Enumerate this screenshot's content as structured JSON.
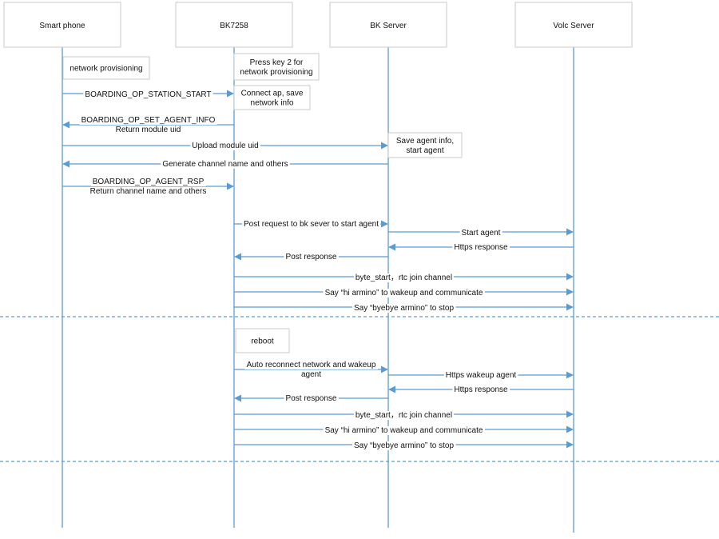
{
  "colors": {
    "line": "#5b9bd5",
    "box_border": "#c8c8c8",
    "text": "#111111"
  },
  "participants": [
    {
      "id": "phone",
      "label": "Smart phone"
    },
    {
      "id": "bk",
      "label": "BK7258"
    },
    {
      "id": "server",
      "label": "BK Server"
    },
    {
      "id": "volc",
      "label": "Volc Server"
    }
  ],
  "notes": [
    {
      "id": "n1",
      "lines": [
        "network provisioning"
      ]
    },
    {
      "id": "n2",
      "lines": [
        "Press key 2 for",
        "network provisioning"
      ]
    },
    {
      "id": "n3",
      "lines": [
        "Connect ap, save",
        "network info"
      ]
    },
    {
      "id": "n4",
      "lines": [
        "Save agent info,",
        "start agent"
      ]
    },
    {
      "id": "n5",
      "lines": [
        "reboot"
      ]
    }
  ],
  "messages": [
    {
      "id": "m1",
      "from": "phone",
      "to": "bk",
      "lines": [
        "BOARDING_OP_STATION_START"
      ]
    },
    {
      "id": "m2",
      "from": "bk",
      "to": "phone",
      "lines": [
        "BOARDING_OP_SET_AGENT_INFO",
        "Return module uid"
      ]
    },
    {
      "id": "m3",
      "from": "phone",
      "to": "server",
      "lines": [
        "Upload module uid"
      ]
    },
    {
      "id": "m4",
      "from": "server",
      "to": "phone",
      "lines": [
        "Generate channel name and others"
      ]
    },
    {
      "id": "m5",
      "from": "phone",
      "to": "bk",
      "lines": [
        "BOARDING_OP_AGENT_RSP",
        "Return channel name and others"
      ]
    },
    {
      "id": "m6",
      "from": "bk",
      "to": "server",
      "lines": [
        "Post request to bk sever to start agent"
      ]
    },
    {
      "id": "m7",
      "from": "server",
      "to": "volc",
      "lines": [
        "Start agent"
      ]
    },
    {
      "id": "m8",
      "from": "volc",
      "to": "server",
      "lines": [
        "Https response"
      ]
    },
    {
      "id": "m9",
      "from": "server",
      "to": "bk",
      "lines": [
        "Post response"
      ]
    },
    {
      "id": "m10",
      "from": "bk",
      "to": "volc",
      "lines": [
        "byte_start，rtc join channel"
      ]
    },
    {
      "id": "m11",
      "from": "bk",
      "to": "volc",
      "lines": [
        "Say “hi armino” to wakeup and communicate"
      ]
    },
    {
      "id": "m12",
      "from": "bk",
      "to": "volc",
      "lines": [
        "Say “byebye armino” to stop"
      ]
    },
    {
      "id": "m13",
      "from": "bk",
      "to": "server",
      "lines": [
        "Auto reconnect network and wakeup",
        "agent"
      ]
    },
    {
      "id": "m14",
      "from": "server",
      "to": "volc",
      "lines": [
        "Https wakeup agent"
      ]
    },
    {
      "id": "m15",
      "from": "volc",
      "to": "server",
      "lines": [
        "Https response"
      ]
    },
    {
      "id": "m16",
      "from": "server",
      "to": "bk",
      "lines": [
        "Post response"
      ]
    },
    {
      "id": "m17",
      "from": "bk",
      "to": "volc",
      "lines": [
        "byte_start，rtc join channel"
      ]
    },
    {
      "id": "m18",
      "from": "bk",
      "to": "volc",
      "lines": [
        "Say “hi armino” to wakeup and communicate"
      ]
    },
    {
      "id": "m19",
      "from": "bk",
      "to": "volc",
      "lines": [
        "Say “byebye armino” to stop"
      ]
    }
  ]
}
